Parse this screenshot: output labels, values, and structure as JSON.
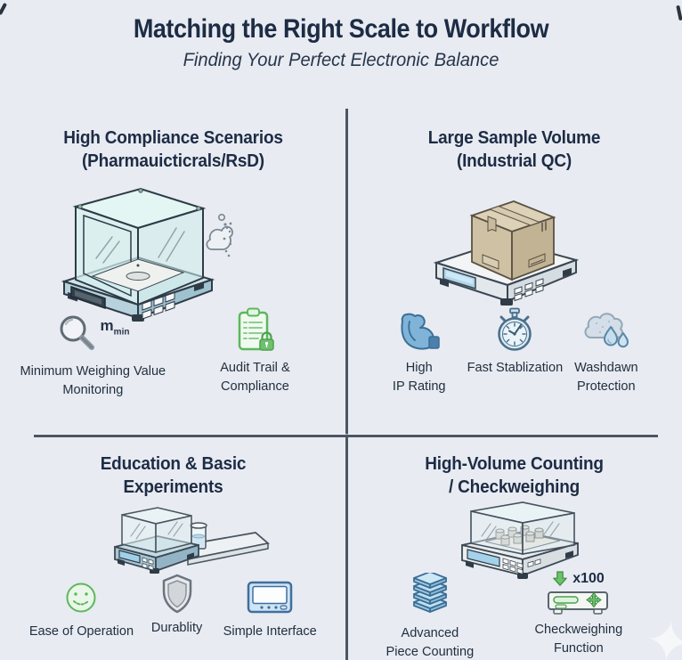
{
  "header": {
    "title": "Matching the Right Scale to Workflow",
    "subtitle": "Finding Your Perfect Electronic Balance"
  },
  "quadrants": {
    "high_compliance": {
      "title_line1": "High Compliance Scenarios",
      "title_line2": "(Pharmauicticrals/RsD)",
      "illustration": "analytical-balance-with-glass-draft-shield",
      "features": [
        {
          "icon": "magnifier-icon",
          "annotation_main": "m",
          "annotation_sub": "min",
          "label_line1": "Minimum Weighing Value",
          "label_line2": "Monitoring"
        },
        {
          "icon": "audit-clipboard-lock-icon",
          "label_line1": "Audit Trail &",
          "label_line2": "Compliance"
        }
      ]
    },
    "large_sample": {
      "title_line1": "Large Sample Volume",
      "title_line2": "(Industrial QC)",
      "illustration": "platform-scale-with-cardboard-box",
      "features": [
        {
          "icon": "muscle-arm-icon",
          "label_line1": "High",
          "label_line2": "IP Rating"
        },
        {
          "icon": "stopwatch-icon",
          "label_line1": "Fast Stablization",
          "label_line2": ""
        },
        {
          "icon": "cloud-washdown-icon",
          "label_line1": "Washdawn",
          "label_line2": "Protection"
        }
      ]
    },
    "education": {
      "title_line1": "Education & Basic",
      "title_line2": "Experiments",
      "illustration": "compact-balance-with-beaker-and-table",
      "features": [
        {
          "icon": "smiley-icon",
          "label_line1": "Ease of Operation"
        },
        {
          "icon": "shield-icon",
          "label_line1": "Durablity"
        },
        {
          "icon": "simple-display-icon",
          "label_line1": "Simple Interface"
        }
      ]
    },
    "counting": {
      "title_line1": "High-Volume Counting",
      "title_line2": "/ Checkweighing",
      "illustration": "counting-scale-with-small-parts",
      "features": [
        {
          "icon": "stacked-pieces-icon",
          "label_line1": "Advanced",
          "label_line2": "Piece Counting"
        },
        {
          "icon": "checkweigher-icon",
          "annotation": "x100",
          "label_line1": "Checkweighing",
          "label_line2": "Function"
        }
      ]
    }
  },
  "colors": {
    "background": "#e8ebf1",
    "heading_text": "#1d2c45",
    "body_text": "#222f3f",
    "divider": "#4d5663",
    "accent_green": "#5cb85c",
    "accent_blue": "#6fa8d0",
    "glass_teal": "#ddf0ee",
    "cardboard_tan": "#d2c5aa"
  }
}
